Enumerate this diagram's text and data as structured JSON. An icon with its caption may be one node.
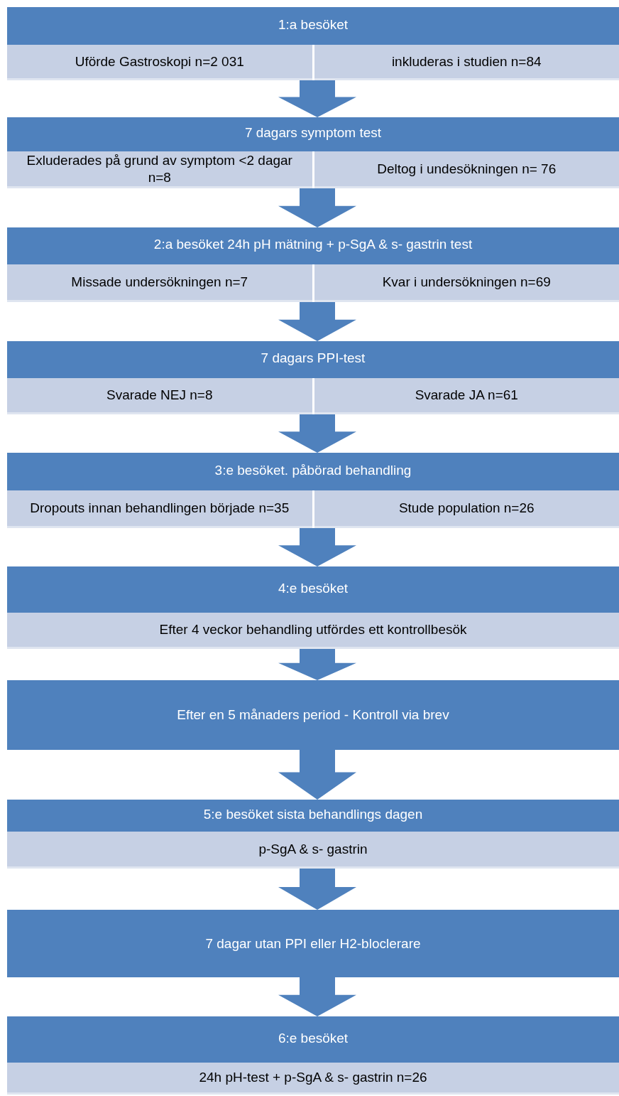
{
  "diagram": {
    "nodes": [
      {
        "text": [
          "1:a besöket"
        ]
      },
      {
        "text": [
          "Uförde Gastroskopi n=2 031"
        ],
        "in": 0
      },
      {
        "text": [
          "inkluderas i studien n=84"
        ],
        "in": 0
      },
      {
        "text": [
          "7 dagars symptom test"
        ]
      },
      {
        "text": [
          "Exluderades på grund av symptom <2 dagar n=8"
        ],
        "in": 3
      },
      {
        "text": [
          "Deltog i undesökningen n= 76"
        ],
        "in": 3
      },
      {
        "text": [
          "2:a besöket 24h pH mätning + p-SgA & s- gastrin test"
        ]
      },
      {
        "text": [
          "Missade undersökningen n=7"
        ],
        "in": 6
      },
      {
        "text": [
          "Kvar i undersökningen n=69"
        ],
        "in": 6
      },
      {
        "text": [
          "7 dagars PPI-test"
        ]
      },
      {
        "text": [
          "Svarade NEJ n=8"
        ],
        "in": 9
      },
      {
        "text": [
          "Svarade JA n=61"
        ],
        "in": 9
      },
      {
        "text": [
          "3:e besöket. påbörad behandling"
        ]
      },
      {
        "text": [
          "Dropouts innan behandlingen började n=35"
        ],
        "in": 12
      },
      {
        "text": [
          "Stude population n=26"
        ],
        "in": 12
      },
      {
        "text": [
          "4:e besöket"
        ]
      },
      {
        "text": [
          "Efter 4 veckor behandling utfördes ett kontrollbesök"
        ],
        "in": 15
      },
      {
        "text": [
          "Efter en 5 månaders period - Kontroll via brev"
        ]
      },
      {
        "text": [
          "5:e besöket sista behandlings dagen"
        ]
      },
      {
        "text": [
          "p-SgA & s- gastrin"
        ],
        "in": 18
      },
      {
        "text": [
          "7 dagar utan PPI eller H2-bloclerare"
        ]
      },
      {
        "text": [
          "6:e besöket"
        ]
      },
      {
        "text": [
          "24h pH-test + p-SgA & s- gastrin n=26"
        ],
        "in": 21
      }
    ],
    "edges": [
      {
        "from": 0,
        "to": 3,
        "arrow": "to"
      },
      {
        "from": 3,
        "to": 6,
        "arrow": "to"
      },
      {
        "from": 6,
        "to": 9,
        "arrow": "to"
      },
      {
        "from": 9,
        "to": 12,
        "arrow": "to"
      },
      {
        "from": 12,
        "to": 15,
        "arrow": "to"
      },
      {
        "from": 15,
        "to": 17,
        "arrow": "to"
      },
      {
        "from": 17,
        "to": 18,
        "arrow": "to"
      },
      {
        "from": 18,
        "to": 20,
        "arrow": "to"
      },
      {
        "from": 20,
        "to": 21,
        "arrow": "to"
      }
    ]
  }
}
